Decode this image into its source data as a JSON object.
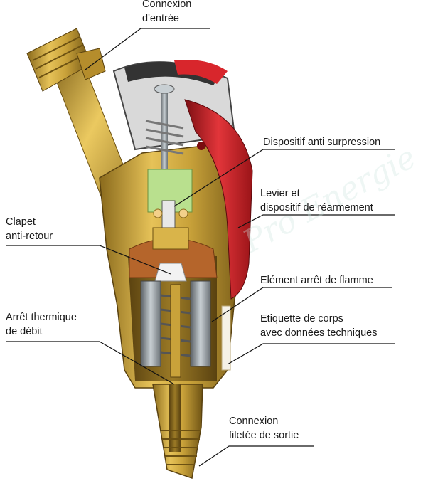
{
  "watermark": "Pro Energie",
  "labels": {
    "inlet": [
      "Connexion",
      "d'entrée"
    ],
    "overpressure": [
      "Dispositif anti surpression"
    ],
    "lever": [
      "Levier et",
      "dispositif de réarmement"
    ],
    "check_valve": [
      "Clapet",
      "anti-retour"
    ],
    "flame_arrestor": [
      "Elément arrêt de flamme"
    ],
    "thermal_cutoff": [
      "Arrêt thermique",
      "de débit"
    ],
    "body_label": [
      "Etiquette de corps",
      "avec données techniques"
    ],
    "outlet": [
      "Connexion",
      "filetée de sortie"
    ]
  },
  "colors": {
    "brass": "#c9a23a",
    "brass_dark": "#8a6a1c",
    "red": "#d8262c",
    "steel": "#9aa3a8",
    "green": "#b9e08e",
    "copper": "#b5652b"
  }
}
